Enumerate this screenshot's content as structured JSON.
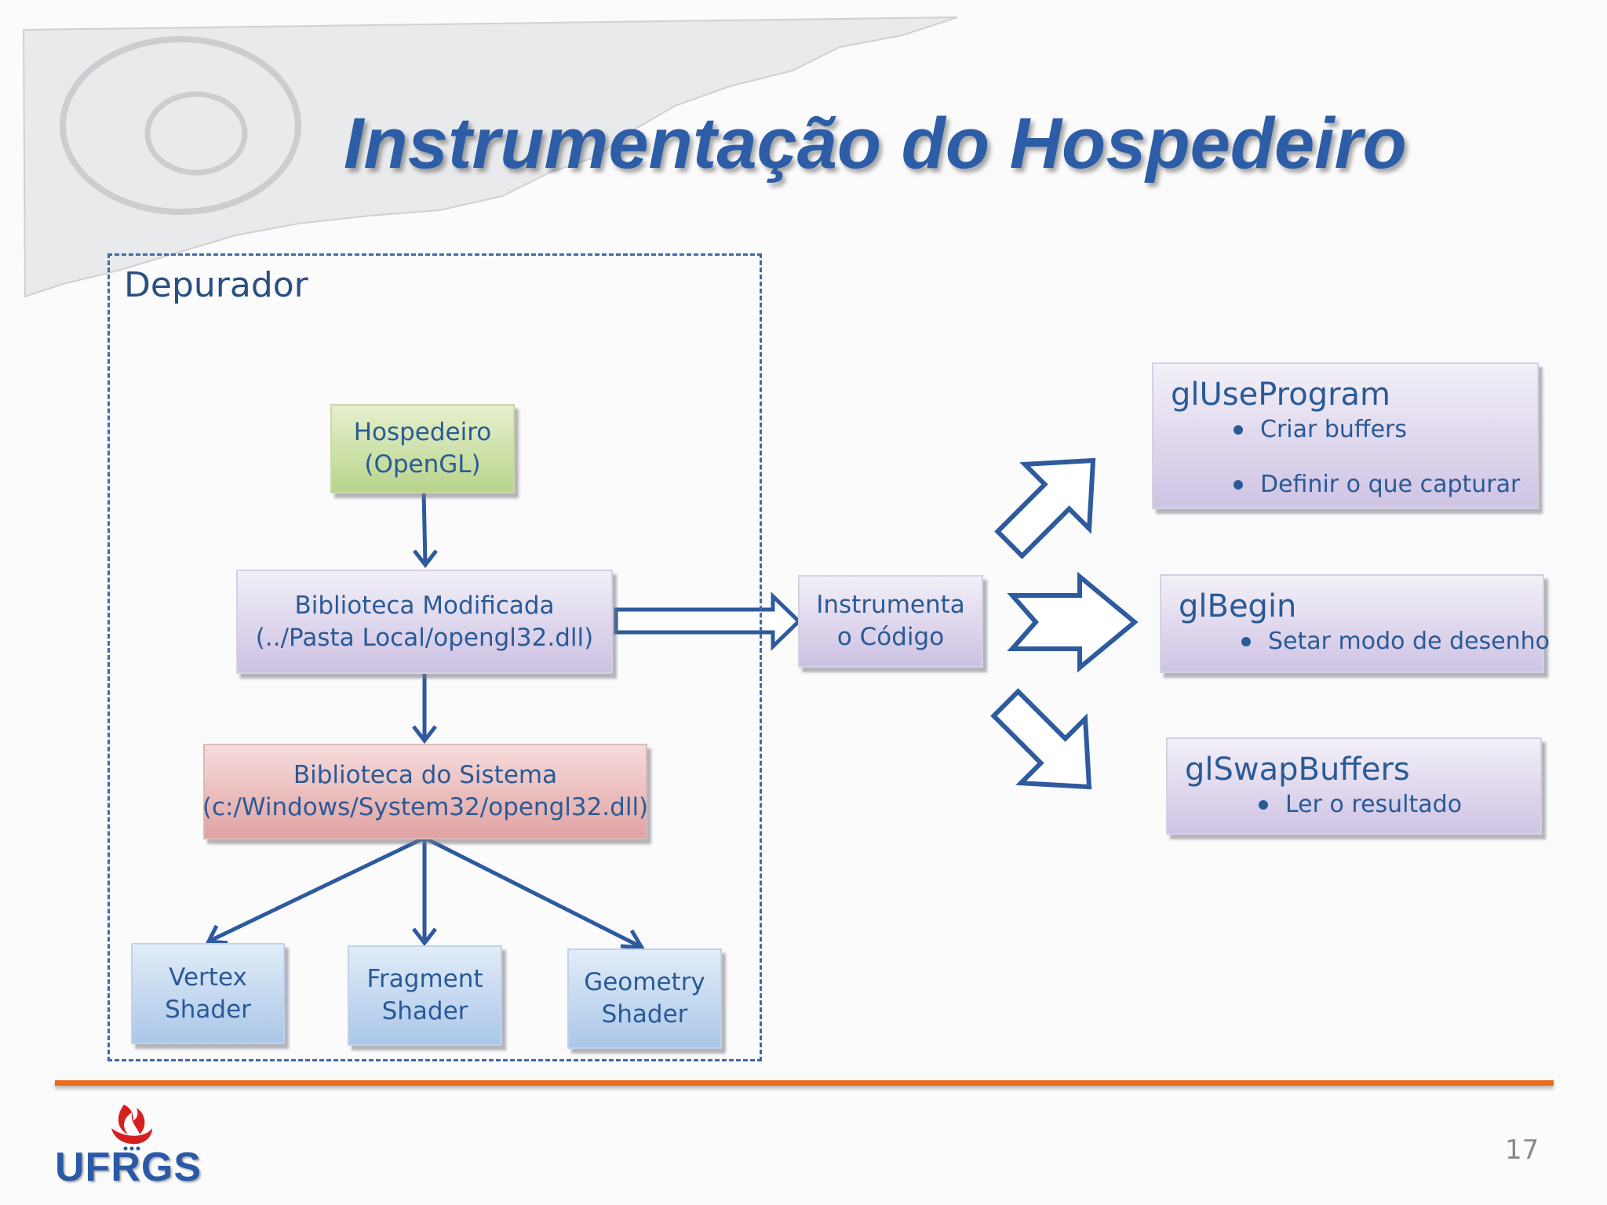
{
  "slide": {
    "title": "Instrumentação do Hospedeiro",
    "page_number": "17",
    "logo_text": "UFRGS"
  },
  "diagram": {
    "frame_label": "Depurador",
    "host_box": {
      "lines": [
        "Hospedeiro",
        "(OpenGL)"
      ]
    },
    "modified_lib_box": {
      "lines": [
        "Biblioteca Modificada",
        "(../Pasta Local/opengl32.dll)"
      ]
    },
    "system_lib_box": {
      "lines": [
        "Biblioteca do Sistema",
        "(c:/Windows/System32/opengl32.dll)"
      ]
    },
    "shaders": [
      {
        "lines": [
          "Vertex",
          "Shader"
        ]
      },
      {
        "lines": [
          "Fragment",
          "Shader"
        ]
      },
      {
        "lines": [
          "Geometry",
          "Shader"
        ]
      }
    ],
    "instrument_box": {
      "lines": [
        "Instrumenta",
        "o Código"
      ]
    },
    "functions": [
      {
        "name": "glUseProgram",
        "bullets": [
          "Criar buffers",
          "Definir o que capturar"
        ]
      },
      {
        "name": "glBegin",
        "bullets": [
          "Setar modo de desenho"
        ]
      },
      {
        "name": "glSwapBuffers",
        "bullets": [
          "Ler o resultado"
        ]
      }
    ]
  },
  "colors": {
    "title_blue": "#2c5da6",
    "arrow_blue": "#2e5a9e",
    "rule_orange": "#ec6a1b",
    "logo_red": "#d62020"
  },
  "icons": [
    "ufrgs-flame-logo-icon",
    "block-arrow-up-right-icon",
    "block-arrow-right-icon",
    "block-arrow-down-right-icon"
  ]
}
